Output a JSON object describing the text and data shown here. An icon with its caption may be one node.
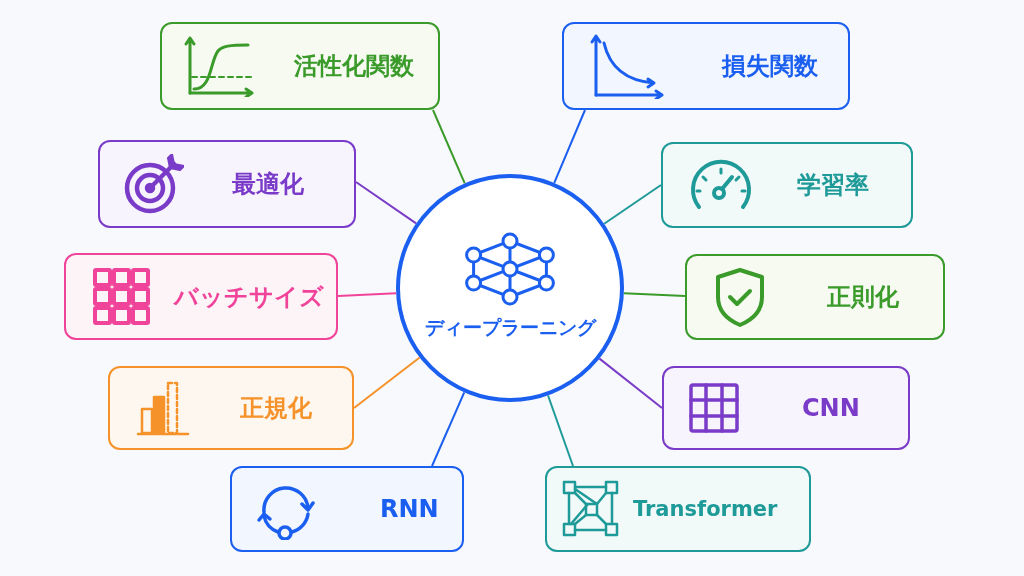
{
  "diagram": {
    "nodes": [
      {
        "text": [
          "ディープラーニング"
        ]
      },
      {
        "text": [
          "活性化関数"
        ]
      },
      {
        "text": [
          "損失関数"
        ]
      },
      {
        "text": [
          "最適化"
        ]
      },
      {
        "text": [
          "学習率"
        ]
      },
      {
        "text": [
          "バッチサイズ"
        ]
      },
      {
        "text": [
          "正則化"
        ]
      },
      {
        "text": [
          "正規化"
        ]
      },
      {
        "text": [
          "CNN"
        ]
      },
      {
        "text": [
          "RNN"
        ]
      },
      {
        "text": [
          "Transformer"
        ]
      }
    ],
    "edges": [
      {
        "from": 0,
        "to": 1,
        "arrow": "none",
        "color": "#3a9a2a"
      },
      {
        "from": 0,
        "to": 2,
        "arrow": "none",
        "color": "#1a5ff0"
      },
      {
        "from": 0,
        "to": 3,
        "arrow": "none",
        "color": "#7a3cc8"
      },
      {
        "from": 0,
        "to": 4,
        "arrow": "none",
        "color": "#1e9a98"
      },
      {
        "from": 0,
        "to": 5,
        "arrow": "none",
        "color": "#f0449a"
      },
      {
        "from": 0,
        "to": 6,
        "arrow": "none",
        "color": "#3a9a2a"
      },
      {
        "from": 0,
        "to": 7,
        "arrow": "none",
        "color": "#f5922a"
      },
      {
        "from": 0,
        "to": 8,
        "arrow": "none",
        "color": "#7a3cc8"
      },
      {
        "from": 0,
        "to": 9,
        "arrow": "none",
        "color": "#1a5ff0"
      },
      {
        "from": 0,
        "to": 10,
        "arrow": "none",
        "color": "#1e9a98"
      }
    ]
  }
}
